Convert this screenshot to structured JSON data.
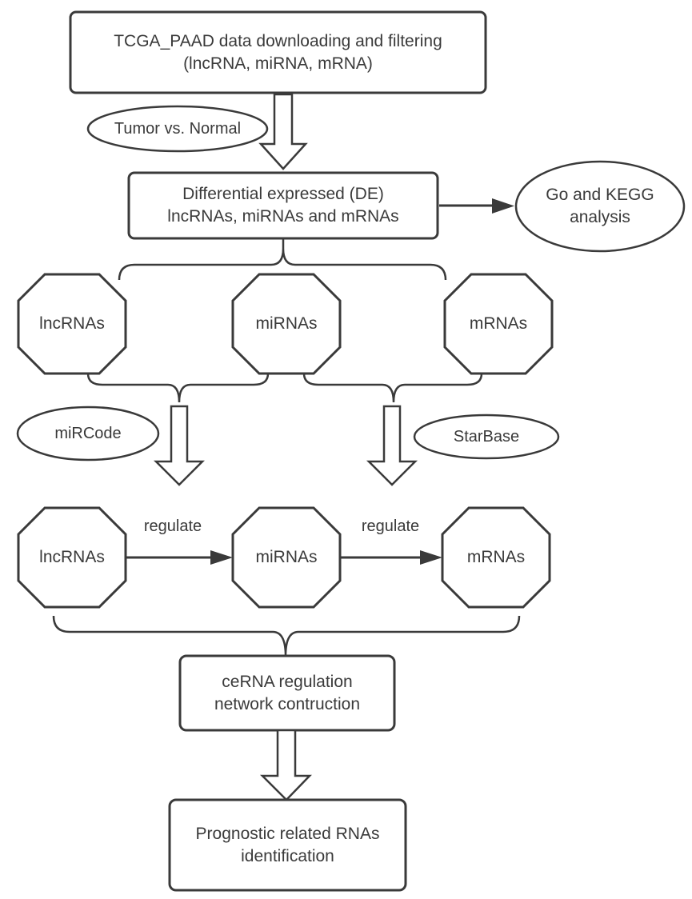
{
  "diagram": {
    "title": "ceRNA analysis workflow flowchart",
    "colors": {
      "stroke": "#3a3a3a",
      "text": "#3a3a3a",
      "background": "#ffffff"
    },
    "nodes": {
      "top_box": "TCGA_PAAD data downloading and filtering\n(lncRNA, miRNA, mRNA)",
      "tumor_ellipse": "Tumor vs. Normal",
      "de_box": "Differential expressed (DE)\nlncRNAs, miRNAs and mRNAs",
      "go_kegg_ellipse": "Go and KEGG\nanalysis",
      "lncrnas_top": "lncRNAs",
      "mirnas_top": "miRNAs",
      "mrnas_top": "mRNAs",
      "mircode_ellipse": "miRCode",
      "starbase_ellipse": "StarBase",
      "lncrnas_mid": "lncRNAs",
      "mirnas_mid": "miRNAs",
      "mrnas_mid": "mRNAs",
      "regulate_left": "regulate",
      "regulate_right": "regulate",
      "cerna_box": "ceRNA regulation\nnetwork contruction",
      "prognostic_box": "Prognostic related RNAs\nidentification"
    }
  }
}
